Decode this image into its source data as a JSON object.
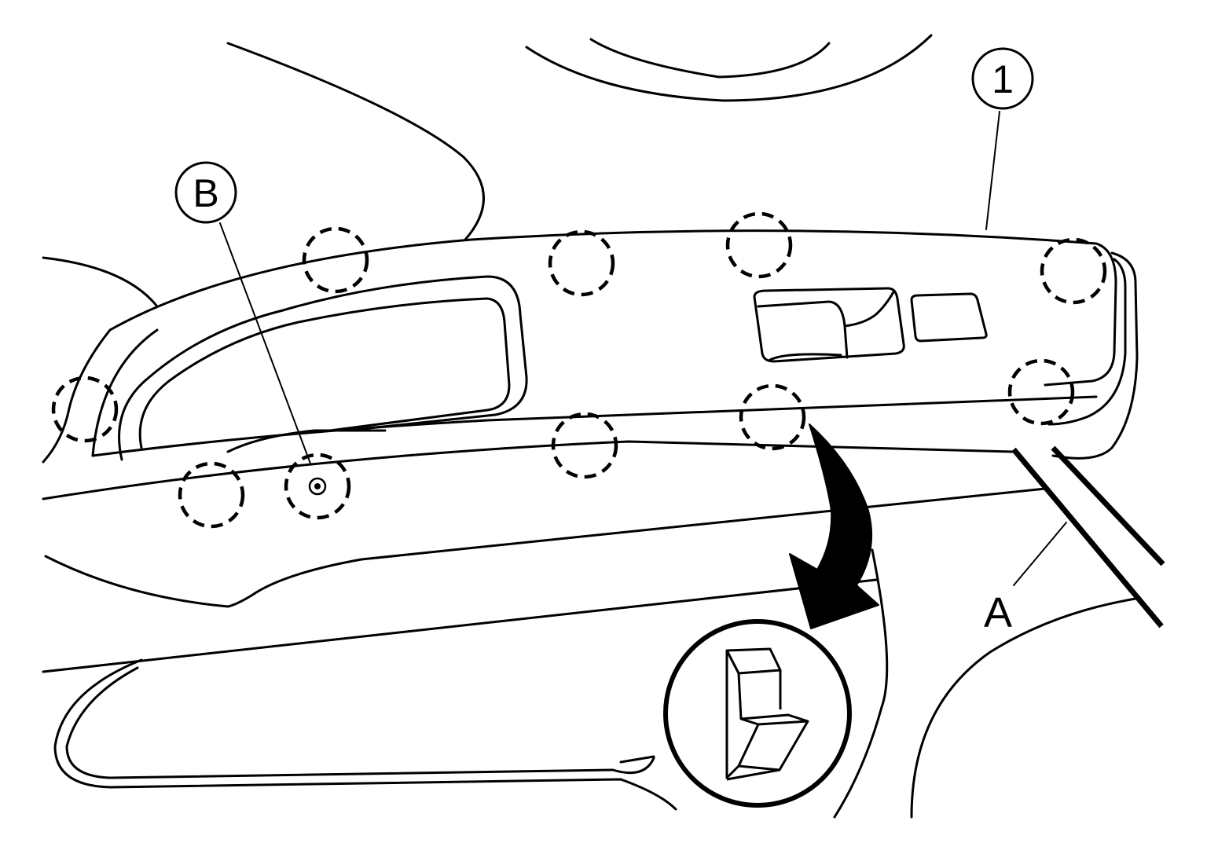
{
  "callouts": {
    "part_1": "1",
    "point_b": "B",
    "tool_a": "A"
  },
  "icons": {
    "metal_clip": "metal-clip-detail-icon",
    "removal_direction": "curved-arrow-icon",
    "screw": "screw-icon",
    "clip_position": "dashed-circle-clip-icon"
  },
  "colors": {
    "line": "#000000",
    "background": "#ffffff"
  }
}
